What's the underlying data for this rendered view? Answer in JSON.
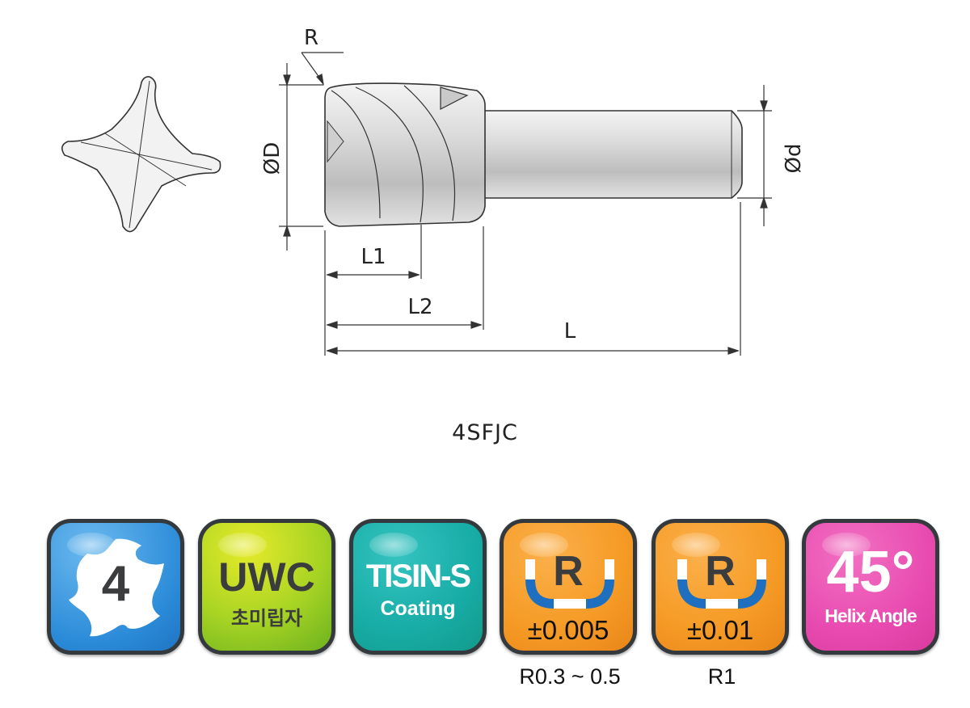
{
  "diagram": {
    "labels": {
      "corner_radius": "R",
      "cutting_diameter": "ØD",
      "shank_diameter": "Ød",
      "length_of_cut": "L1",
      "neck_length": "L2",
      "overall_length": "L"
    },
    "model": "4SFJC"
  },
  "badges": [
    {
      "id": "flutes",
      "value": "4",
      "color": "#2a8ad8"
    },
    {
      "id": "material",
      "title": "UWC",
      "subtitle": "초미립자",
      "color": "#a8d424"
    },
    {
      "id": "coating",
      "title": "TISIN-S",
      "subtitle": "Coating",
      "color": "#17aca6"
    },
    {
      "id": "radius-tolerance-1",
      "letter": "R",
      "tolerance": "±0.005",
      "caption": "R0.3 ~ 0.5",
      "color": "#f59a25"
    },
    {
      "id": "radius-tolerance-2",
      "letter": "R",
      "tolerance": "±0.01",
      "caption": "R1",
      "color": "#f59a25"
    },
    {
      "id": "helix",
      "title": "45°",
      "subtitle": "Helix Angle",
      "color": "#e84bb0"
    }
  ]
}
